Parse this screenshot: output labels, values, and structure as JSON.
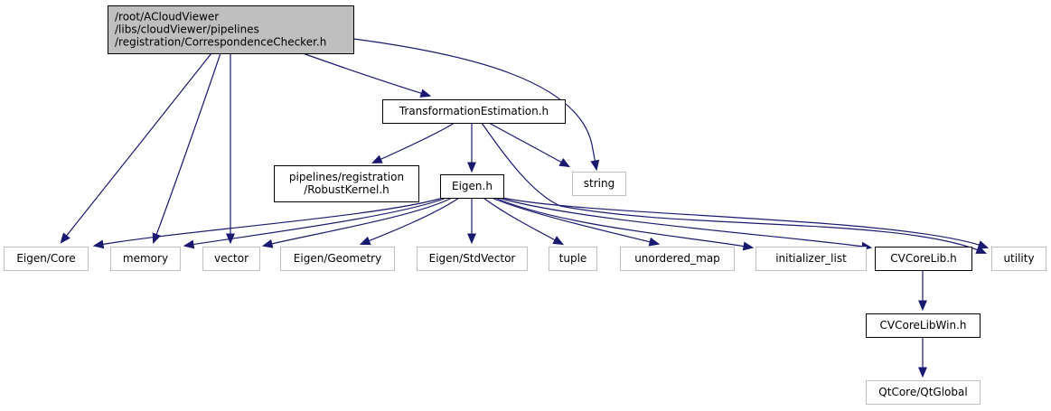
{
  "diagram": {
    "type": "include-dependency-graph",
    "edge_color": "#191970",
    "colors": {
      "root_fill": "#bfbfbf",
      "internal_border": "#000000",
      "external_border": "#bfbfbf"
    },
    "nodes": [
      {
        "id": "root",
        "kind": "root",
        "lines": [
          "/root/ACloudViewer",
          "/libs/cloudViewer/pipelines",
          "/registration/CorrespondenceChecker.h"
        ],
        "align": "left"
      },
      {
        "id": "transformation",
        "kind": "internal",
        "lines": [
          "TransformationEstimation.h"
        ]
      },
      {
        "id": "robustkernel",
        "kind": "internal",
        "lines": [
          "pipelines/registration",
          "/RobustKernel.h"
        ]
      },
      {
        "id": "eigen_h",
        "kind": "internal",
        "lines": [
          "Eigen.h"
        ]
      },
      {
        "id": "string",
        "kind": "external",
        "lines": [
          "string"
        ]
      },
      {
        "id": "eigen_core",
        "kind": "external",
        "lines": [
          "Eigen/Core"
        ]
      },
      {
        "id": "memory",
        "kind": "external",
        "lines": [
          "memory"
        ]
      },
      {
        "id": "vector",
        "kind": "external",
        "lines": [
          "vector"
        ]
      },
      {
        "id": "eigen_geometry",
        "kind": "external",
        "lines": [
          "Eigen/Geometry"
        ]
      },
      {
        "id": "eigen_stdvector",
        "kind": "external",
        "lines": [
          "Eigen/StdVector"
        ]
      },
      {
        "id": "tuple",
        "kind": "external",
        "lines": [
          "tuple"
        ]
      },
      {
        "id": "unordered_map",
        "kind": "external",
        "lines": [
          "unordered_map"
        ]
      },
      {
        "id": "initializer_list",
        "kind": "external",
        "lines": [
          "initializer_list"
        ]
      },
      {
        "id": "cvcorelib",
        "kind": "internal",
        "lines": [
          "CVCoreLib.h"
        ]
      },
      {
        "id": "utility",
        "kind": "external",
        "lines": [
          "utility"
        ]
      },
      {
        "id": "cvcorelibwin",
        "kind": "internal",
        "lines": [
          "CVCoreLibWin.h"
        ]
      },
      {
        "id": "qtglobal",
        "kind": "external",
        "lines": [
          "QtCore/QtGlobal"
        ]
      }
    ],
    "edges": [
      {
        "from": "root",
        "to": "transformation"
      },
      {
        "from": "root",
        "to": "string"
      },
      {
        "from": "root",
        "to": "eigen_core"
      },
      {
        "from": "root",
        "to": "memory"
      },
      {
        "from": "root",
        "to": "vector"
      },
      {
        "from": "transformation",
        "to": "robustkernel"
      },
      {
        "from": "transformation",
        "to": "eigen_h"
      },
      {
        "from": "transformation",
        "to": "string"
      },
      {
        "from": "transformation",
        "to": "utility"
      },
      {
        "from": "eigen_h",
        "to": "eigen_core"
      },
      {
        "from": "eigen_h",
        "to": "memory"
      },
      {
        "from": "eigen_h",
        "to": "vector"
      },
      {
        "from": "eigen_h",
        "to": "eigen_geometry"
      },
      {
        "from": "eigen_h",
        "to": "eigen_stdvector"
      },
      {
        "from": "eigen_h",
        "to": "tuple"
      },
      {
        "from": "eigen_h",
        "to": "unordered_map"
      },
      {
        "from": "eigen_h",
        "to": "initializer_list"
      },
      {
        "from": "eigen_h",
        "to": "cvcorelib"
      },
      {
        "from": "eigen_h",
        "to": "utility"
      },
      {
        "from": "cvcorelib",
        "to": "cvcorelibwin"
      },
      {
        "from": "cvcorelibwin",
        "to": "qtglobal"
      }
    ]
  }
}
